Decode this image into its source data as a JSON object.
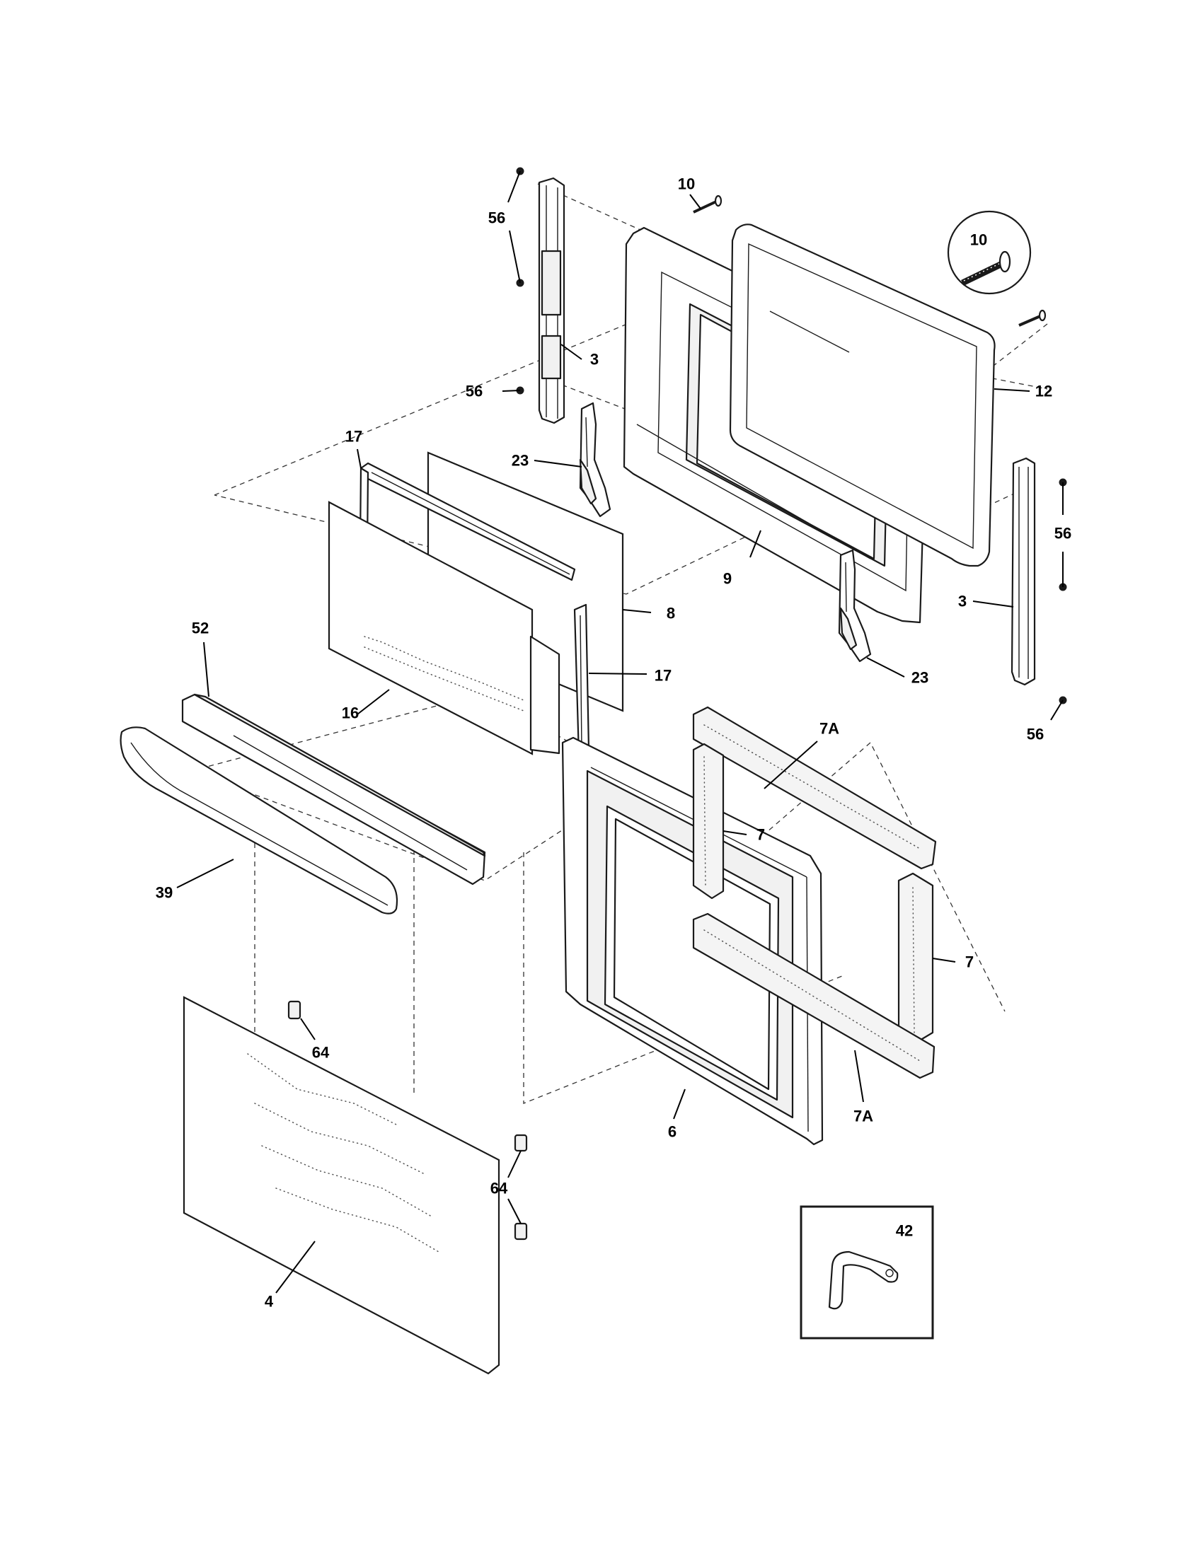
{
  "callouts": {
    "c10a": "10",
    "c10b": "10",
    "c56a": "56",
    "c3a": "3",
    "c56b": "56",
    "c12": "12",
    "c17a": "17",
    "c23a": "23",
    "c56c": "56",
    "c9": "9",
    "c3b": "3",
    "c8": "8",
    "c52": "52",
    "c17b": "17",
    "c23b": "23",
    "c16": "16",
    "c56d": "56",
    "c7a1": "7A",
    "c7a": "7",
    "c39": "39",
    "c7b": "7",
    "c64a": "64",
    "c6": "6",
    "c7a2": "7A",
    "c64b": "64",
    "c42": "42",
    "c4": "4"
  }
}
